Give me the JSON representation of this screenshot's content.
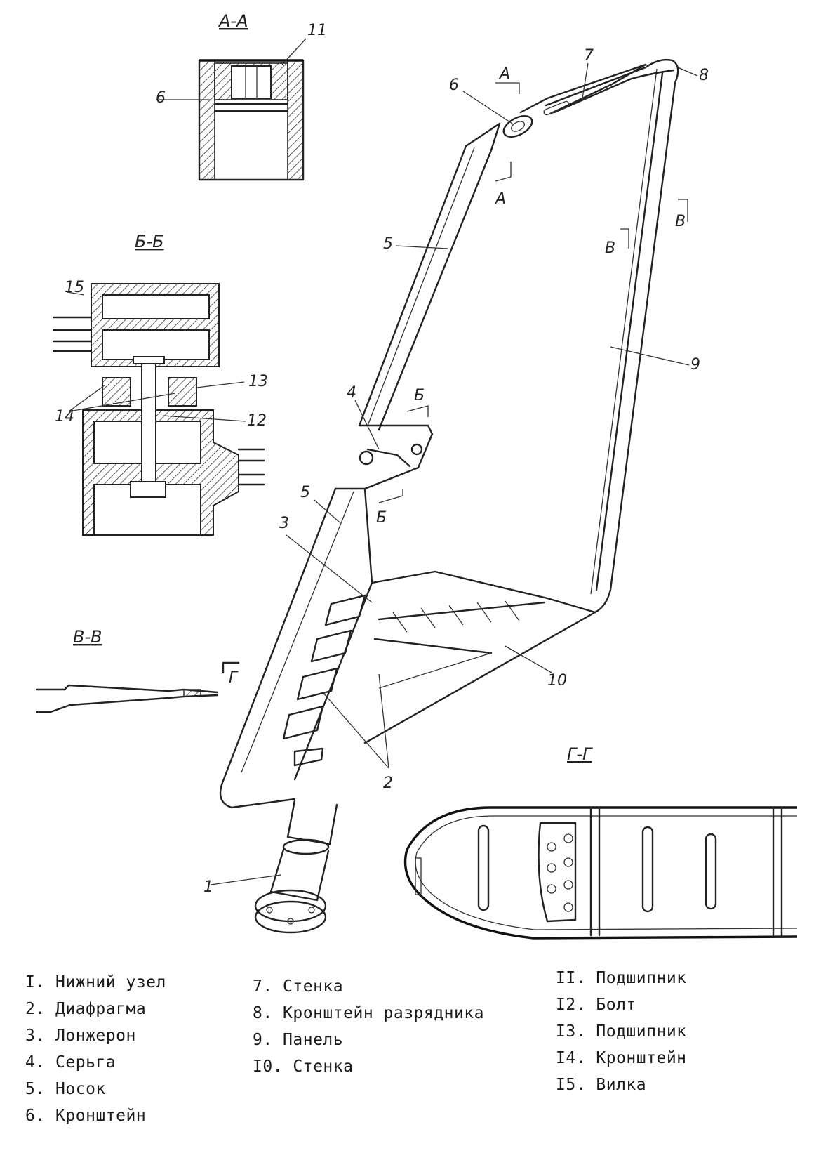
{
  "sections": {
    "aa": "А-А",
    "bb": "Б-Б",
    "vv": "В-В",
    "gg": "Г-Г"
  },
  "cut_letters": {
    "a": "А",
    "b": "Б",
    "v": "В",
    "g": "Г"
  },
  "callouts": {
    "c1": "1",
    "c2": "2",
    "c3": "3",
    "c4": "4",
    "c5": "5",
    "c6": "6",
    "c7": "7",
    "c8": "8",
    "c9": "9",
    "c10": "10",
    "c11": "11",
    "c12": "12",
    "c13": "13",
    "c14": "14",
    "c15": "15"
  },
  "legend": [
    "I. Нижний узел",
    "2. Диафрагма",
    "3. Лонжерон",
    "4. Серьга",
    "5. Носок",
    "6. Кронштейн",
    "7. Стенка",
    "8. Кронштейн разрядника",
    "9. Панель",
    "I0. Стенка",
    "II. Подшипник",
    "I2. Болт",
    "I3. Подшипник",
    "I4. Кронштейн",
    "I5. Вилка"
  ]
}
